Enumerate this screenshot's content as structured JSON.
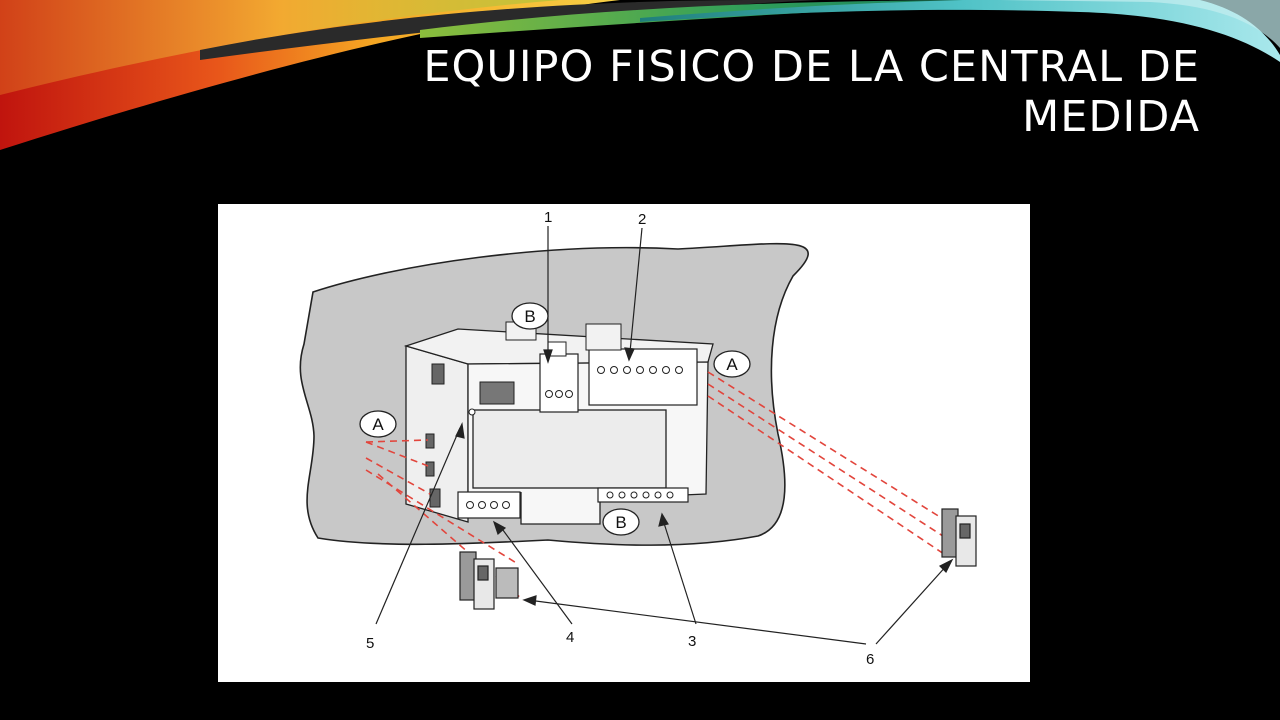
{
  "slide": {
    "title_line1": "EQUIPO FISICO DE LA CENTRAL DE",
    "title_line2": "MEDIDA"
  },
  "figure": {
    "callouts": [
      "1",
      "2",
      "3",
      "4",
      "5",
      "6"
    ],
    "markers": {
      "a": "A",
      "b": "B"
    },
    "colors": {
      "dashed_guides": "#e2453c",
      "mounting_surface": "#c8c8c8"
    }
  }
}
